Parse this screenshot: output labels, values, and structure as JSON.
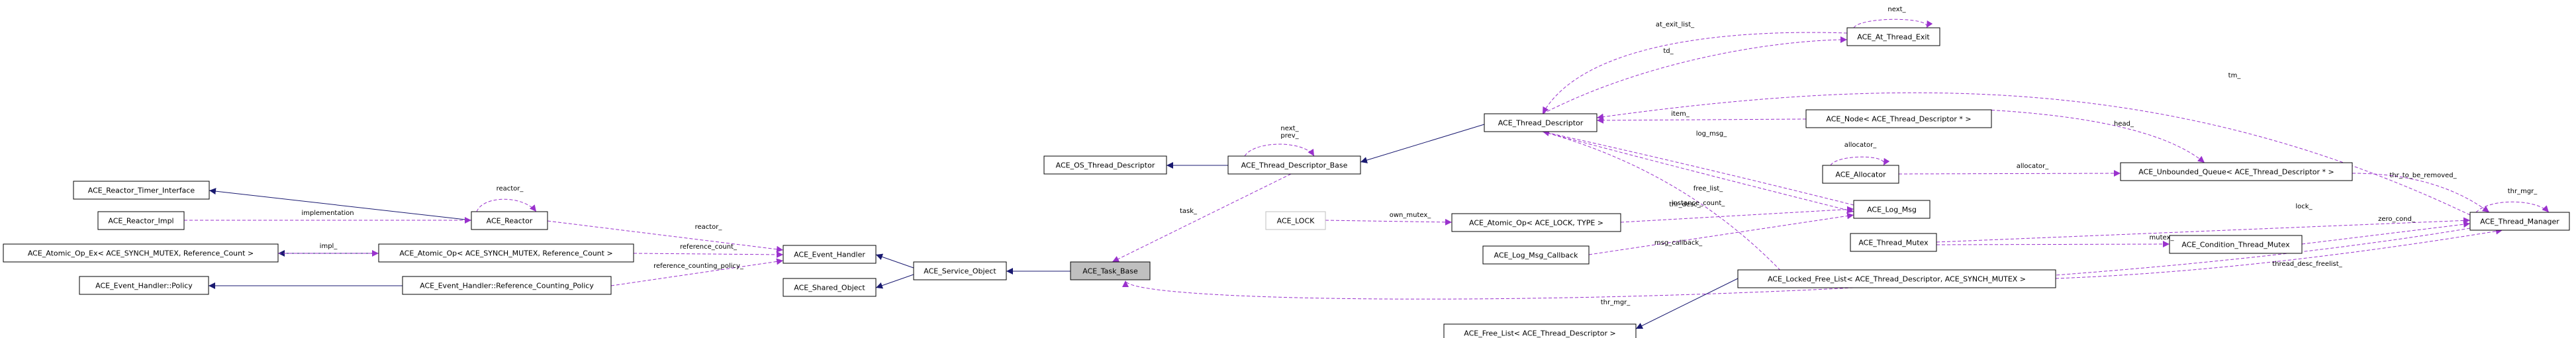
{
  "diagram": {
    "colors": {
      "node_border": "#000000",
      "node_fill": "#ffffff",
      "focus_fill": "#bfbfbf",
      "muted_border": "#bfbfbf",
      "inherit_edge": "#191970",
      "use_edge": "#9a32cd",
      "label_text": "#000000"
    },
    "nodes": [
      {
        "id": "task_base",
        "label": "ACE_Task_Base",
        "focus": true
      },
      {
        "id": "service_object",
        "label": "ACE_Service_Object"
      },
      {
        "id": "event_handler",
        "label": "ACE_Event_Handler"
      },
      {
        "id": "shared_object",
        "label": "ACE_Shared_Object"
      },
      {
        "id": "reactor",
        "label": "ACE_Reactor"
      },
      {
        "id": "reactor_timer",
        "label": "ACE_Reactor_Timer_Interface"
      },
      {
        "id": "reactor_impl",
        "label": "ACE_Reactor_Impl"
      },
      {
        "id": "atomic_refcount",
        "label": "ACE_Atomic_Op< ACE_SYNCH_MUTEX, Reference_Count >"
      },
      {
        "id": "atomic_ex",
        "label": "ACE_Atomic_Op_Ex< ACE_SYNCH_MUTEX, Reference_Count >"
      },
      {
        "id": "refcount_policy",
        "label": "ACE_Event_Handler::Reference_Counting_Policy"
      },
      {
        "id": "eh_policy",
        "label": "ACE_Event_Handler::Policy"
      },
      {
        "id": "os_td",
        "label": "ACE_OS_Thread_Descriptor"
      },
      {
        "id": "td_base",
        "label": "ACE_Thread_Descriptor_Base"
      },
      {
        "id": "td",
        "label": "ACE_Thread_Descriptor"
      },
      {
        "id": "at_exit",
        "label": "ACE_At_Thread_Exit"
      },
      {
        "id": "node_td",
        "label": "ACE_Node< ACE_Thread_Descriptor * >"
      },
      {
        "id": "allocator",
        "label": "ACE_Allocator"
      },
      {
        "id": "unbounded",
        "label": "ACE_Unbounded_Queue< ACE_Thread_Descriptor * >"
      },
      {
        "id": "thread_manager",
        "label": "ACE_Thread_Manager"
      },
      {
        "id": "ace_lock",
        "label": "ACE_LOCK",
        "muted": true
      },
      {
        "id": "atomic_lock",
        "label": "ACE_Atomic_Op< ACE_LOCK, TYPE >"
      },
      {
        "id": "log_msg",
        "label": "ACE_Log_Msg"
      },
      {
        "id": "log_cb",
        "label": "ACE_Log_Msg_Callback"
      },
      {
        "id": "thread_mutex",
        "label": "ACE_Thread_Mutex"
      },
      {
        "id": "cond_mutex",
        "label": "ACE_Condition_Thread_Mutex"
      },
      {
        "id": "free_list",
        "label": "ACE_Free_List< ACE_Thread_Descriptor >"
      },
      {
        "id": "locked_free_list",
        "label": "ACE_Locked_Free_List< ACE_Thread_Descriptor, ACE_SYNCH_MUTEX >"
      }
    ],
    "edges": [
      {
        "kind": "inherit",
        "from": "service_object",
        "to": "task_base"
      },
      {
        "kind": "inherit",
        "from": "event_handler",
        "to": "service_object"
      },
      {
        "kind": "inherit",
        "from": "shared_object",
        "to": "service_object"
      },
      {
        "kind": "inherit",
        "from": "reactor_timer",
        "to": "reactor"
      },
      {
        "kind": "inherit",
        "from": "eh_policy",
        "to": "refcount_policy"
      },
      {
        "kind": "inherit",
        "from": "atomic_ex",
        "to": "atomic_refcount"
      },
      {
        "kind": "inherit",
        "from": "os_td",
        "to": "td_base"
      },
      {
        "kind": "inherit",
        "from": "td_base",
        "to": "td"
      },
      {
        "kind": "inherit",
        "from": "free_list",
        "to": "locked_free_list"
      },
      {
        "kind": "use",
        "from": "reactor",
        "to": "event_handler",
        "label": "reactor_"
      },
      {
        "kind": "use",
        "from": "reactor",
        "to": "reactor",
        "label": "reactor_"
      },
      {
        "kind": "use",
        "from": "reactor_impl",
        "to": "reactor",
        "label": "implementation"
      },
      {
        "kind": "use",
        "from": "atomic_refcount",
        "to": "event_handler",
        "label": "reference_count_"
      },
      {
        "kind": "use",
        "from": "atomic_ex",
        "to": "atomic_refcount",
        "label": "impl_"
      },
      {
        "kind": "use",
        "from": "refcount_policy",
        "to": "event_handler",
        "label": "reference_counting_policy_"
      },
      {
        "kind": "use",
        "from": "td_base",
        "to": "task_base",
        "label": "task_"
      },
      {
        "kind": "use",
        "from": "td_base",
        "to": "td_base",
        "label": "next_\nprev_"
      },
      {
        "kind": "use",
        "from": "thread_manager",
        "to": "task_base",
        "label": "thr_mgr_"
      },
      {
        "kind": "use",
        "from": "at_exit",
        "to": "at_exit",
        "label": "next_"
      },
      {
        "kind": "use",
        "from": "at_exit",
        "to": "td",
        "label": "at_exit_list_"
      },
      {
        "kind": "use",
        "from": "td",
        "to": "at_exit",
        "label": "td_"
      },
      {
        "kind": "use",
        "from": "td",
        "to": "node_td",
        "label": "item_"
      },
      {
        "kind": "use",
        "from": "td",
        "to": "log_msg",
        "label": "log_msg_"
      },
      {
        "kind": "use",
        "from": "log_msg",
        "to": "td",
        "label": "thr_desc_"
      },
      {
        "kind": "use",
        "from": "td",
        "to": "locked_free_list",
        "label": "free_list_"
      },
      {
        "kind": "use",
        "from": "thread_manager",
        "to": "td",
        "label": "tm_"
      },
      {
        "kind": "use",
        "from": "node_td",
        "to": "unbounded",
        "label": "head_"
      },
      {
        "kind": "use",
        "from": "allocator",
        "to": "allocator",
        "label": "allocator_"
      },
      {
        "kind": "use",
        "from": "allocator",
        "to": "unbounded",
        "label": "allocator_"
      },
      {
        "kind": "use",
        "from": "unbounded",
        "to": "thread_manager",
        "label": "thr_to_be_removed_"
      },
      {
        "kind": "use",
        "from": "thread_manager",
        "to": "thread_manager",
        "label": "thr_mgr_"
      },
      {
        "kind": "use",
        "from": "ace_lock",
        "to": "atomic_lock",
        "label": "own_mutex_"
      },
      {
        "kind": "use",
        "from": "atomic_lock",
        "to": "log_msg",
        "label": "instance_count_"
      },
      {
        "kind": "use",
        "from": "log_cb",
        "to": "log_msg",
        "label": "msg_callback_"
      },
      {
        "kind": "use",
        "from": "thread_mutex",
        "to": "thread_manager",
        "label": "lock_"
      },
      {
        "kind": "use",
        "from": "thread_mutex",
        "to": "cond_mutex",
        "label": "mutex_"
      },
      {
        "kind": "use",
        "from": "cond_mutex",
        "to": "thread_manager",
        "label": "zero_cond_"
      },
      {
        "kind": "use",
        "from": "locked_free_list",
        "to": "thread_manager",
        "label": "thread_desc_freelist_"
      }
    ]
  }
}
